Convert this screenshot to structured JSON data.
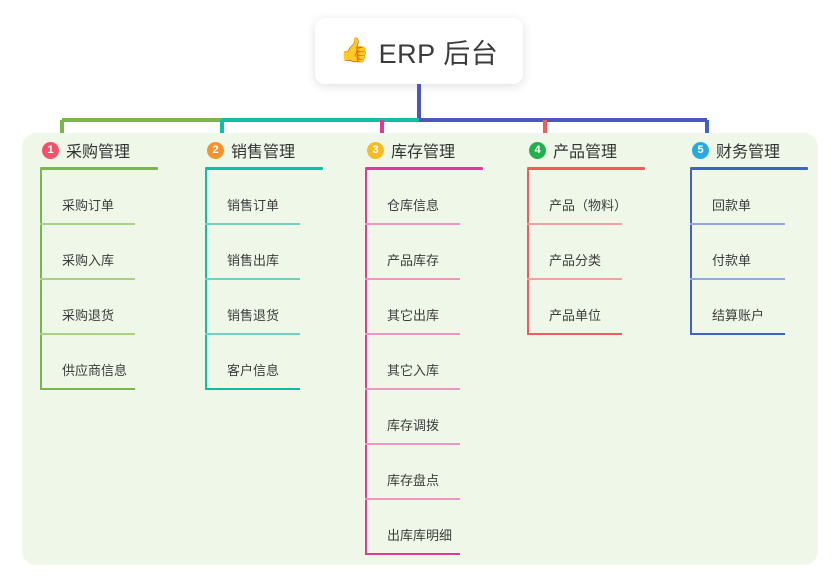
{
  "title": {
    "emoji": "👍",
    "icon_name": "thumbs-up-emoji",
    "text": "ERP 后台"
  },
  "theme": {
    "page_background": "#ffffff",
    "panel_background": "#eef7e8",
    "card_background": "#ffffff",
    "text_color": "#3c3c3c",
    "root_connector_color": "#4c56c0"
  },
  "columns": [
    {
      "number": "1",
      "title": "采购管理",
      "badge_color": "#f2516a",
      "line_color": "#7ab648",
      "line_color_light": "#a8d182",
      "items": [
        {
          "label": "采购订单"
        },
        {
          "label": "采购入库"
        },
        {
          "label": "采购退货"
        },
        {
          "label": "供应商信息"
        }
      ]
    },
    {
      "number": "2",
      "title": "销售管理",
      "badge_color": "#f5922f",
      "line_color": "#0fbfa4",
      "line_color_light": "#73cfc2",
      "items": [
        {
          "label": "销售订单"
        },
        {
          "label": "销售出库"
        },
        {
          "label": "销售退货"
        },
        {
          "label": "客户信息"
        }
      ]
    },
    {
      "number": "3",
      "title": "库存管理",
      "badge_color": "#f5bb24",
      "line_color": "#dd3c96",
      "line_color_light": "#eb97c2",
      "items": [
        {
          "label": "仓库信息"
        },
        {
          "label": "产品库存"
        },
        {
          "label": "其它出库"
        },
        {
          "label": "其它入库"
        },
        {
          "label": "库存调拨"
        },
        {
          "label": "库存盘点"
        },
        {
          "label": "出库库明细"
        }
      ]
    },
    {
      "number": "4",
      "title": "产品管理",
      "badge_color": "#23b04b",
      "line_color": "#f25b5b",
      "line_color_light": "#f4a0a0",
      "items": [
        {
          "label": "产品（物料）"
        },
        {
          "label": "产品分类"
        },
        {
          "label": "产品单位"
        }
      ]
    },
    {
      "number": "5",
      "title": "财务管理",
      "badge_color": "#29a9e0",
      "line_color": "#3f63c4",
      "line_color_light": "#8fa9de",
      "items": [
        {
          "label": "回款单"
        },
        {
          "label": "付款单"
        },
        {
          "label": "结算账户"
        }
      ]
    }
  ]
}
